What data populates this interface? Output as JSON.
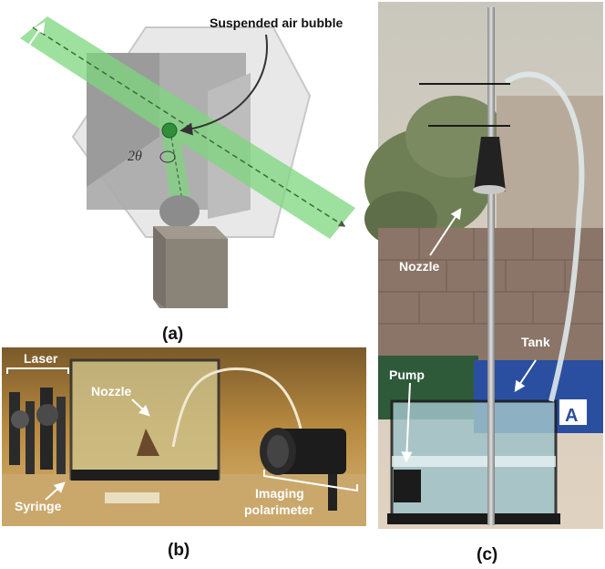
{
  "panel_a": {
    "caption": "(a)",
    "annotation": "Suspended air bubble",
    "angle_label": "2θ"
  },
  "panel_b": {
    "caption": "(b)",
    "labels": {
      "laser": "Laser",
      "nozzle": "Nozzle",
      "syringe": "Syringe",
      "imaging_line1": "Imaging",
      "imaging_line2": "polarimeter"
    }
  },
  "panel_c": {
    "caption": "(c)",
    "labels": {
      "nozzle": "Nozzle",
      "tank": "Tank",
      "pump": "Pump",
      "bin_letter": "A"
    }
  },
  "colors": {
    "laser_beam": "#7ed67e",
    "wall_block": "#8a7568",
    "sky": "#d6cfc0",
    "lab_bench": "#c9a15a"
  }
}
